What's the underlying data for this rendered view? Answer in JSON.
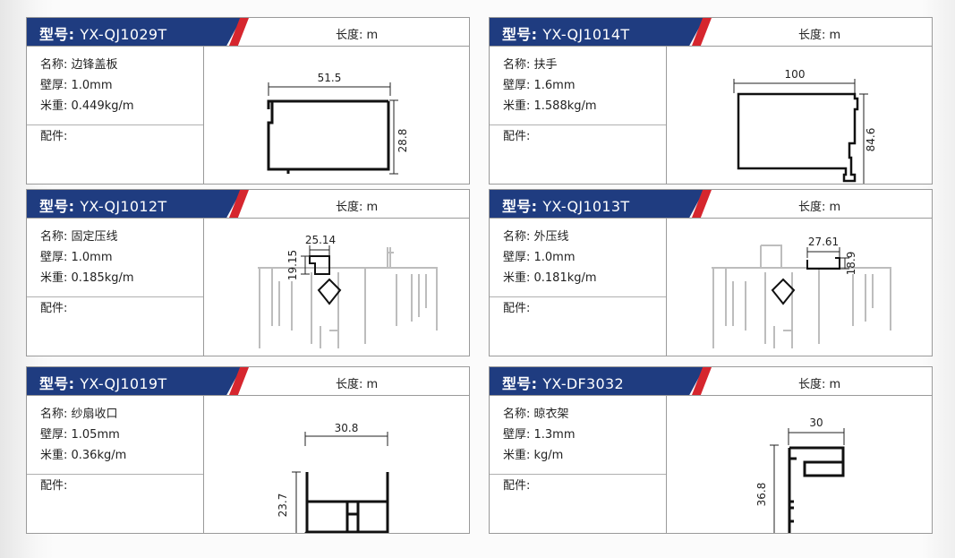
{
  "cards": [
    {
      "model_prefix": "型号:",
      "model": "YX-QJ1029T",
      "length": "长度: m",
      "name": "名称: 边锋盖板",
      "thickness": "壁厚: 1.0mm",
      "weight": "米重: 0.449kg/m",
      "parts": "配件:",
      "dim_w": "51.5",
      "dim_h": "28.8"
    },
    {
      "model_prefix": "型号:",
      "model": "YX-QJ1014T",
      "length": "长度: m",
      "name": "名称: 扶手",
      "thickness": "壁厚: 1.6mm",
      "weight": "米重: 1.588kg/m",
      "parts": "配件:",
      "dim_w": "100",
      "dim_h": "84.6"
    },
    {
      "model_prefix": "型号:",
      "model": "YX-QJ1012T",
      "length": "长度: m",
      "name": "名称: 固定压线",
      "thickness": "壁厚: 1.0mm",
      "weight": "米重: 0.185kg/m",
      "parts": "配件:",
      "dim_w": "25.14",
      "dim_h": "19.15"
    },
    {
      "model_prefix": "型号:",
      "model": "YX-QJ1013T",
      "length": "长度: m",
      "name": "名称: 外压线",
      "thickness": "壁厚: 1.0mm",
      "weight": "米重: 0.181kg/m",
      "parts": "配件:",
      "dim_w": "27.61",
      "dim_h": "18.9"
    },
    {
      "model_prefix": "型号:",
      "model": "YX-QJ1019T",
      "length": "长度: m",
      "name": "名称: 纱扇收口",
      "thickness": "壁厚: 1.05mm",
      "weight": "米重: 0.36kg/m",
      "parts": "配件:",
      "dim_w": "30.8",
      "dim_h": "23.7"
    },
    {
      "model_prefix": "型号:",
      "model": "YX-DF3032",
      "length": "长度: m",
      "name": "名称: 晾衣架",
      "thickness": "壁厚: 1.3mm",
      "weight": "米重: kg/m",
      "parts": "配件:",
      "dim_w": "30",
      "dim_h": "36.8"
    }
  ],
  "colors": {
    "header_band": "#1f3c80",
    "accent": "#d6262e",
    "profile": "#111111",
    "context_profile": "#bdbdbd"
  }
}
